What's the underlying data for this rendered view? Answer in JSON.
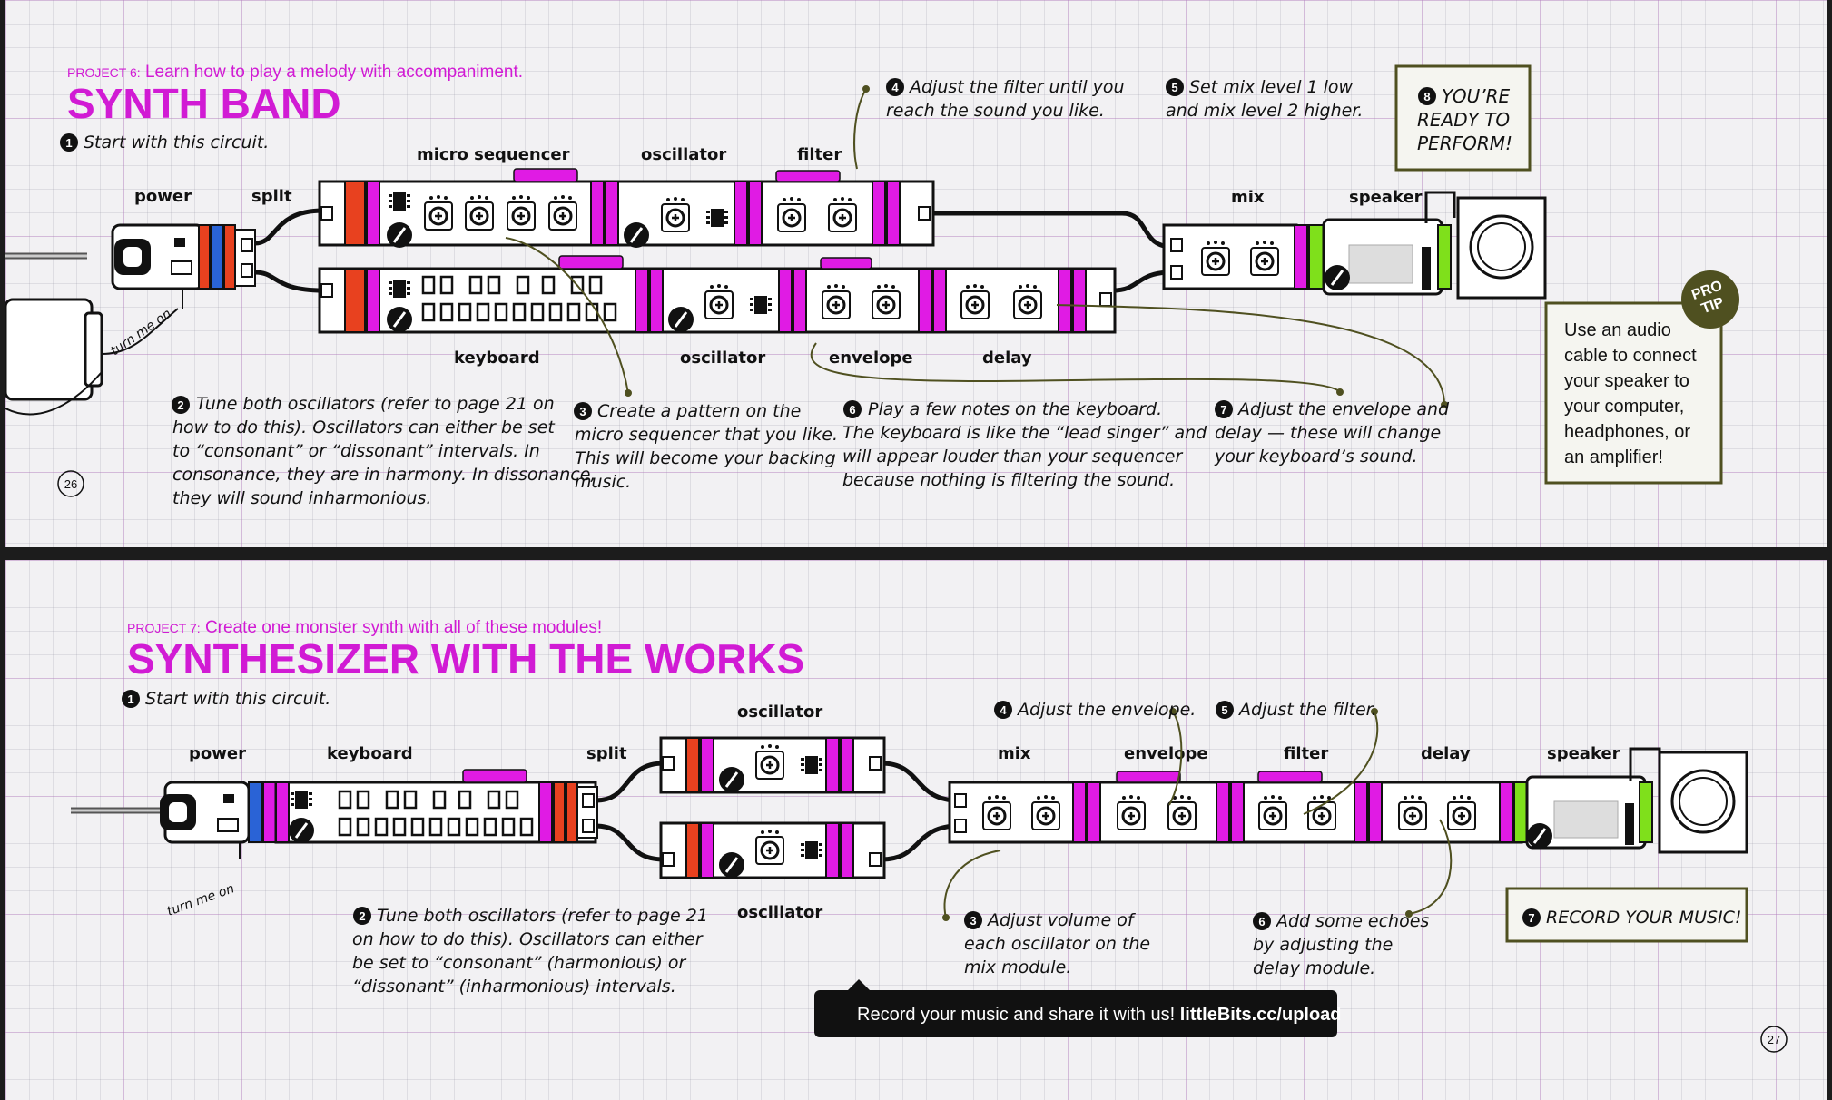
{
  "top": {
    "kicker_label": "PROJECT 6:",
    "kicker_text": "Learn how to play a melody with accompaniment.",
    "title": "SYNTH BAND",
    "step1": "Start with this circuit.",
    "modules": {
      "power": "power",
      "split": "split",
      "micro_sequencer": "micro sequencer",
      "oscillator_a": "oscillator",
      "filter": "filter",
      "mix": "mix",
      "speaker": "speaker",
      "keyboard": "keyboard",
      "oscillator_b": "oscillator",
      "envelope": "envelope",
      "delay": "delay"
    },
    "turn_me_on": "turn me on",
    "step2": [
      "Tune both oscillators (refer to page 21 on",
      "how to do this). Oscillators can either be set",
      "to “consonant” or “dissonant” intervals. In",
      "consonance, they are in harmony. In dissonance,",
      "they will sound inharmonious."
    ],
    "step3": [
      "Create a pattern on the",
      "micro sequencer that you like.",
      "This will become your backing",
      "music."
    ],
    "step4": [
      "Adjust the filter until you",
      "reach the sound you like."
    ],
    "step5": [
      "Set mix level 1 low",
      "and mix level 2 higher."
    ],
    "step6": [
      "Play a few notes on the keyboard.",
      "The keyboard is like the “lead singer” and",
      "will appear louder than your sequencer",
      "because nothing is filtering the sound."
    ],
    "step7": [
      "Adjust the envelope and",
      "delay — these will change",
      "your keyboard’s sound."
    ],
    "step8": [
      "YOU’RE",
      "READY TO",
      "PERFORM!"
    ],
    "pro_tip": [
      "PRO",
      "TIP"
    ],
    "pro_tip_text": [
      "Use an audio",
      "cable to connect",
      "your speaker to",
      "your computer,",
      "headphones, or",
      "an amplifier!"
    ],
    "page_number": "26"
  },
  "bottom": {
    "kicker_label": "PROJECT 7:",
    "kicker_text": "Create one monster synth with all of these modules!",
    "title": "SYNTHESIZER WITH THE WORKS",
    "step1": "Start with this circuit.",
    "modules": {
      "power": "power",
      "keyboard": "keyboard",
      "split": "split",
      "oscillator_a": "oscillator",
      "oscillator_b": "oscillator",
      "mix": "mix",
      "envelope": "envelope",
      "filter": "filter",
      "delay": "delay",
      "speaker": "speaker"
    },
    "turn_me_on": "turn me on",
    "step2": [
      "Tune both oscillators (refer to page 21",
      "on how to do this). Oscillators can either",
      "be set to “consonant” (harmonious) or",
      "“dissonant” (inharmonious) intervals."
    ],
    "step3": [
      "Adjust volume of",
      "each oscillator on the",
      "mix module."
    ],
    "step4": "Adjust the envelope.",
    "step5": "Adjust the filter.",
    "step6": [
      "Add some echoes",
      "by adjusting the",
      "delay module."
    ],
    "step7": "RECORD YOUR MUSIC!",
    "banner_text": "Record your music and share it with us!",
    "banner_link": "littleBits.cc/upload",
    "page_number": "27"
  },
  "colors": {
    "magenta": "#e01be4",
    "heading": "#d11bd4",
    "red_connector": "#e8411f",
    "blue_connector": "#2a63d6",
    "green_connector": "#7fe01b",
    "olive": "#4f5020"
  }
}
